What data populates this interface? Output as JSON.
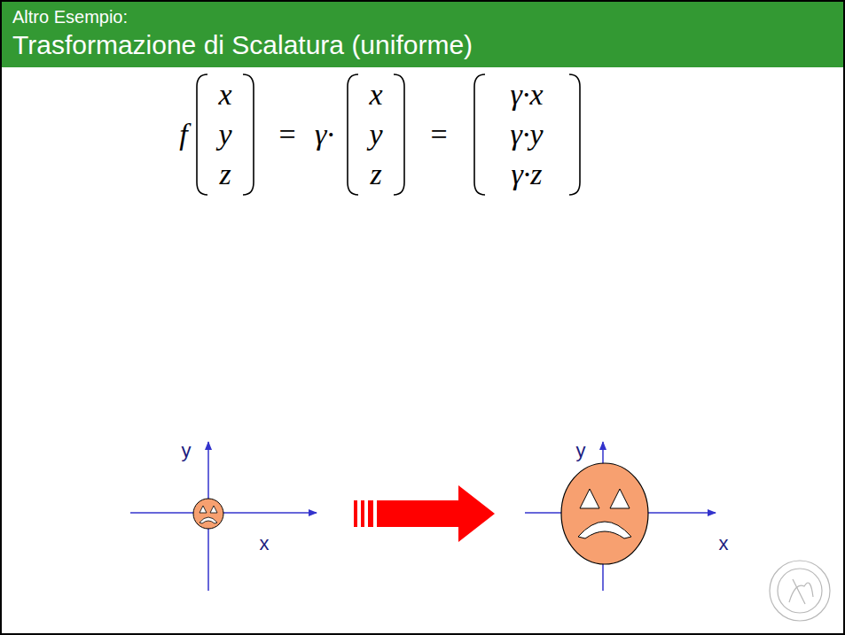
{
  "diagram": {
    "title": "Trasformazione di Scalatura (uniforme)",
    "labels": [
      "Altro Esempio:",
      "f",
      "x",
      "y",
      "z",
      "=",
      "γ·",
      "x",
      "y",
      "z",
      "=",
      "γ·x",
      "γ·y",
      "γ·z",
      "y",
      "x",
      "y",
      "x"
    ]
  }
}
